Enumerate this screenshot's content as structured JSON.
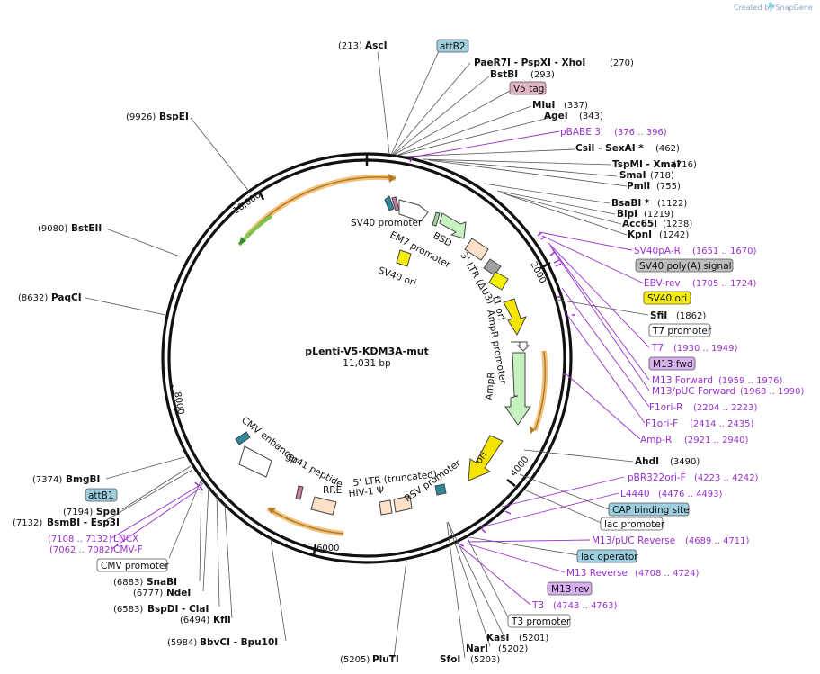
{
  "watermark": "Created by SnapGene",
  "plasmid": {
    "name": "pLenti-V5-KDM3A-mut",
    "size": "11,031 bp"
  },
  "ticks": [
    "2000",
    "4000",
    "6000",
    "8000",
    "10,000"
  ],
  "features": [
    "SV40 promoter",
    "BSD",
    "EM7 promoter",
    "SV40 ori",
    "3' LTR (ΔU3)",
    "f1 ori",
    "AmpR promoter",
    "AmpR",
    "ori",
    "RSV promoter",
    "5' LTR (truncated)",
    "HIV-1 Ψ",
    "RRE",
    "gp41 peptide",
    "CMV enhancer"
  ],
  "labels_right": [
    {
      "name": "attB2",
      "pos": "",
      "style": "box-blue"
    },
    {
      "name": "PaeR7I - PspXI - XhoI",
      "pos": "(270)",
      "style": "bold"
    },
    {
      "name": "BstBI",
      "pos": "(293)",
      "style": "bold"
    },
    {
      "name": "V5 tag",
      "pos": "",
      "style": "box-pink"
    },
    {
      "name": "MluI",
      "pos": "(337)",
      "style": "bold"
    },
    {
      "name": "AgeI",
      "pos": "(343)",
      "style": "bold"
    },
    {
      "name": "pBABE 3'",
      "pos": "(376 .. 396)",
      "style": "primer"
    },
    {
      "name": "CsiI - SexAI *",
      "pos": "(462)",
      "style": "bold"
    },
    {
      "name": "TspMI - XmaI",
      "pos": "(716)",
      "style": "bold"
    },
    {
      "name": "SmaI",
      "pos": "(718)",
      "style": "bold"
    },
    {
      "name": "PmlI",
      "pos": "(755)",
      "style": "bold"
    },
    {
      "name": "BsaBI *",
      "pos": "(1122)",
      "style": "bold"
    },
    {
      "name": "BlpI",
      "pos": "(1219)",
      "style": "bold"
    },
    {
      "name": "Acc65I",
      "pos": "(1238)",
      "style": "bold"
    },
    {
      "name": "KpnI",
      "pos": "(1242)",
      "style": "bold"
    },
    {
      "name": "SV40pA-R",
      "pos": "(1651 .. 1670)",
      "style": "primer"
    },
    {
      "name": "SV40 poly(A) signal",
      "pos": "",
      "style": "box-gray"
    },
    {
      "name": "EBV-rev",
      "pos": "(1705 .. 1724)",
      "style": "primer"
    },
    {
      "name": "SV40 ori",
      "pos": "",
      "style": "box-yellow"
    },
    {
      "name": "SfiI",
      "pos": "(1862)",
      "style": "bold"
    },
    {
      "name": "T7 promoter",
      "pos": "",
      "style": "box-white"
    },
    {
      "name": "T7",
      "pos": "(1930 .. 1949)",
      "style": "primer"
    },
    {
      "name": "M13 fwd",
      "pos": "",
      "style": "box-purple"
    },
    {
      "name": "M13 Forward",
      "pos": "(1959 .. 1976)",
      "style": "primer"
    },
    {
      "name": "M13/pUC Forward",
      "pos": "(1968 .. 1990)",
      "style": "primer"
    },
    {
      "name": "F1ori-R",
      "pos": "(2204 .. 2223)",
      "style": "primer"
    },
    {
      "name": "F1ori-F",
      "pos": "(2414 .. 2435)",
      "style": "primer"
    },
    {
      "name": "Amp-R",
      "pos": "(2921 .. 2940)",
      "style": "primer"
    },
    {
      "name": "AhdI",
      "pos": "(3490)",
      "style": "bold"
    },
    {
      "name": "pBR322ori-F",
      "pos": "(4223 .. 4242)",
      "style": "primer"
    },
    {
      "name": "L4440",
      "pos": "(4476 .. 4493)",
      "style": "primer"
    },
    {
      "name": "CAP binding site",
      "pos": "",
      "style": "box-blue"
    },
    {
      "name": "lac promoter",
      "pos": "",
      "style": "box-white"
    },
    {
      "name": "M13/pUC Reverse",
      "pos": "(4689 .. 4711)",
      "style": "primer"
    },
    {
      "name": "lac operator",
      "pos": "",
      "style": "box-blue"
    },
    {
      "name": "M13 Reverse",
      "pos": "(4708 .. 4724)",
      "style": "primer"
    },
    {
      "name": "M13 rev",
      "pos": "",
      "style": "box-purple"
    },
    {
      "name": "T3",
      "pos": "(4743 .. 4763)",
      "style": "primer"
    },
    {
      "name": "T3 promoter",
      "pos": "",
      "style": "box-white"
    },
    {
      "name": "KasI",
      "pos": "(5201)",
      "style": "bold"
    },
    {
      "name": "NarI",
      "pos": "(5202)",
      "style": "bold"
    },
    {
      "name": "SfoI",
      "pos": "(5203)",
      "style": "bold"
    }
  ],
  "labels_left": [
    {
      "name": "AscI",
      "pos": "(213)",
      "style": "bold"
    },
    {
      "name": "BspEI",
      "pos": "(9926)",
      "style": "bold"
    },
    {
      "name": "BstEII",
      "pos": "(9080)",
      "style": "bold"
    },
    {
      "name": "PaqCI",
      "pos": "(8632)",
      "style": "bold"
    },
    {
      "name": "BmgBI",
      "pos": "(7374)",
      "style": "bold"
    },
    {
      "name": "attB1",
      "pos": "",
      "style": "box-blue"
    },
    {
      "name": "SpeI",
      "pos": "(7194)",
      "style": "bold"
    },
    {
      "name": "BsmBI - Esp3I",
      "pos": "(7132)",
      "style": "bold"
    },
    {
      "name": "LNCX",
      "pos": "(7108 .. 7132)",
      "style": "primer"
    },
    {
      "name": "CMV-F",
      "pos": "(7062 .. 7082)",
      "style": "primer"
    },
    {
      "name": "CMV promoter",
      "pos": "",
      "style": "box-white"
    },
    {
      "name": "SnaBI",
      "pos": "(6883)",
      "style": "bold"
    },
    {
      "name": "NdeI",
      "pos": "(6777)",
      "style": "bold"
    },
    {
      "name": "BspDI - ClaI",
      "pos": "(6583)",
      "style": "bold"
    },
    {
      "name": "KflI",
      "pos": "(6494)",
      "style": "bold"
    },
    {
      "name": "BbvCI - Bpu10I",
      "pos": "(5984)",
      "style": "bold"
    },
    {
      "name": "PluTI",
      "pos": "(5205)",
      "style": "bold"
    }
  ]
}
